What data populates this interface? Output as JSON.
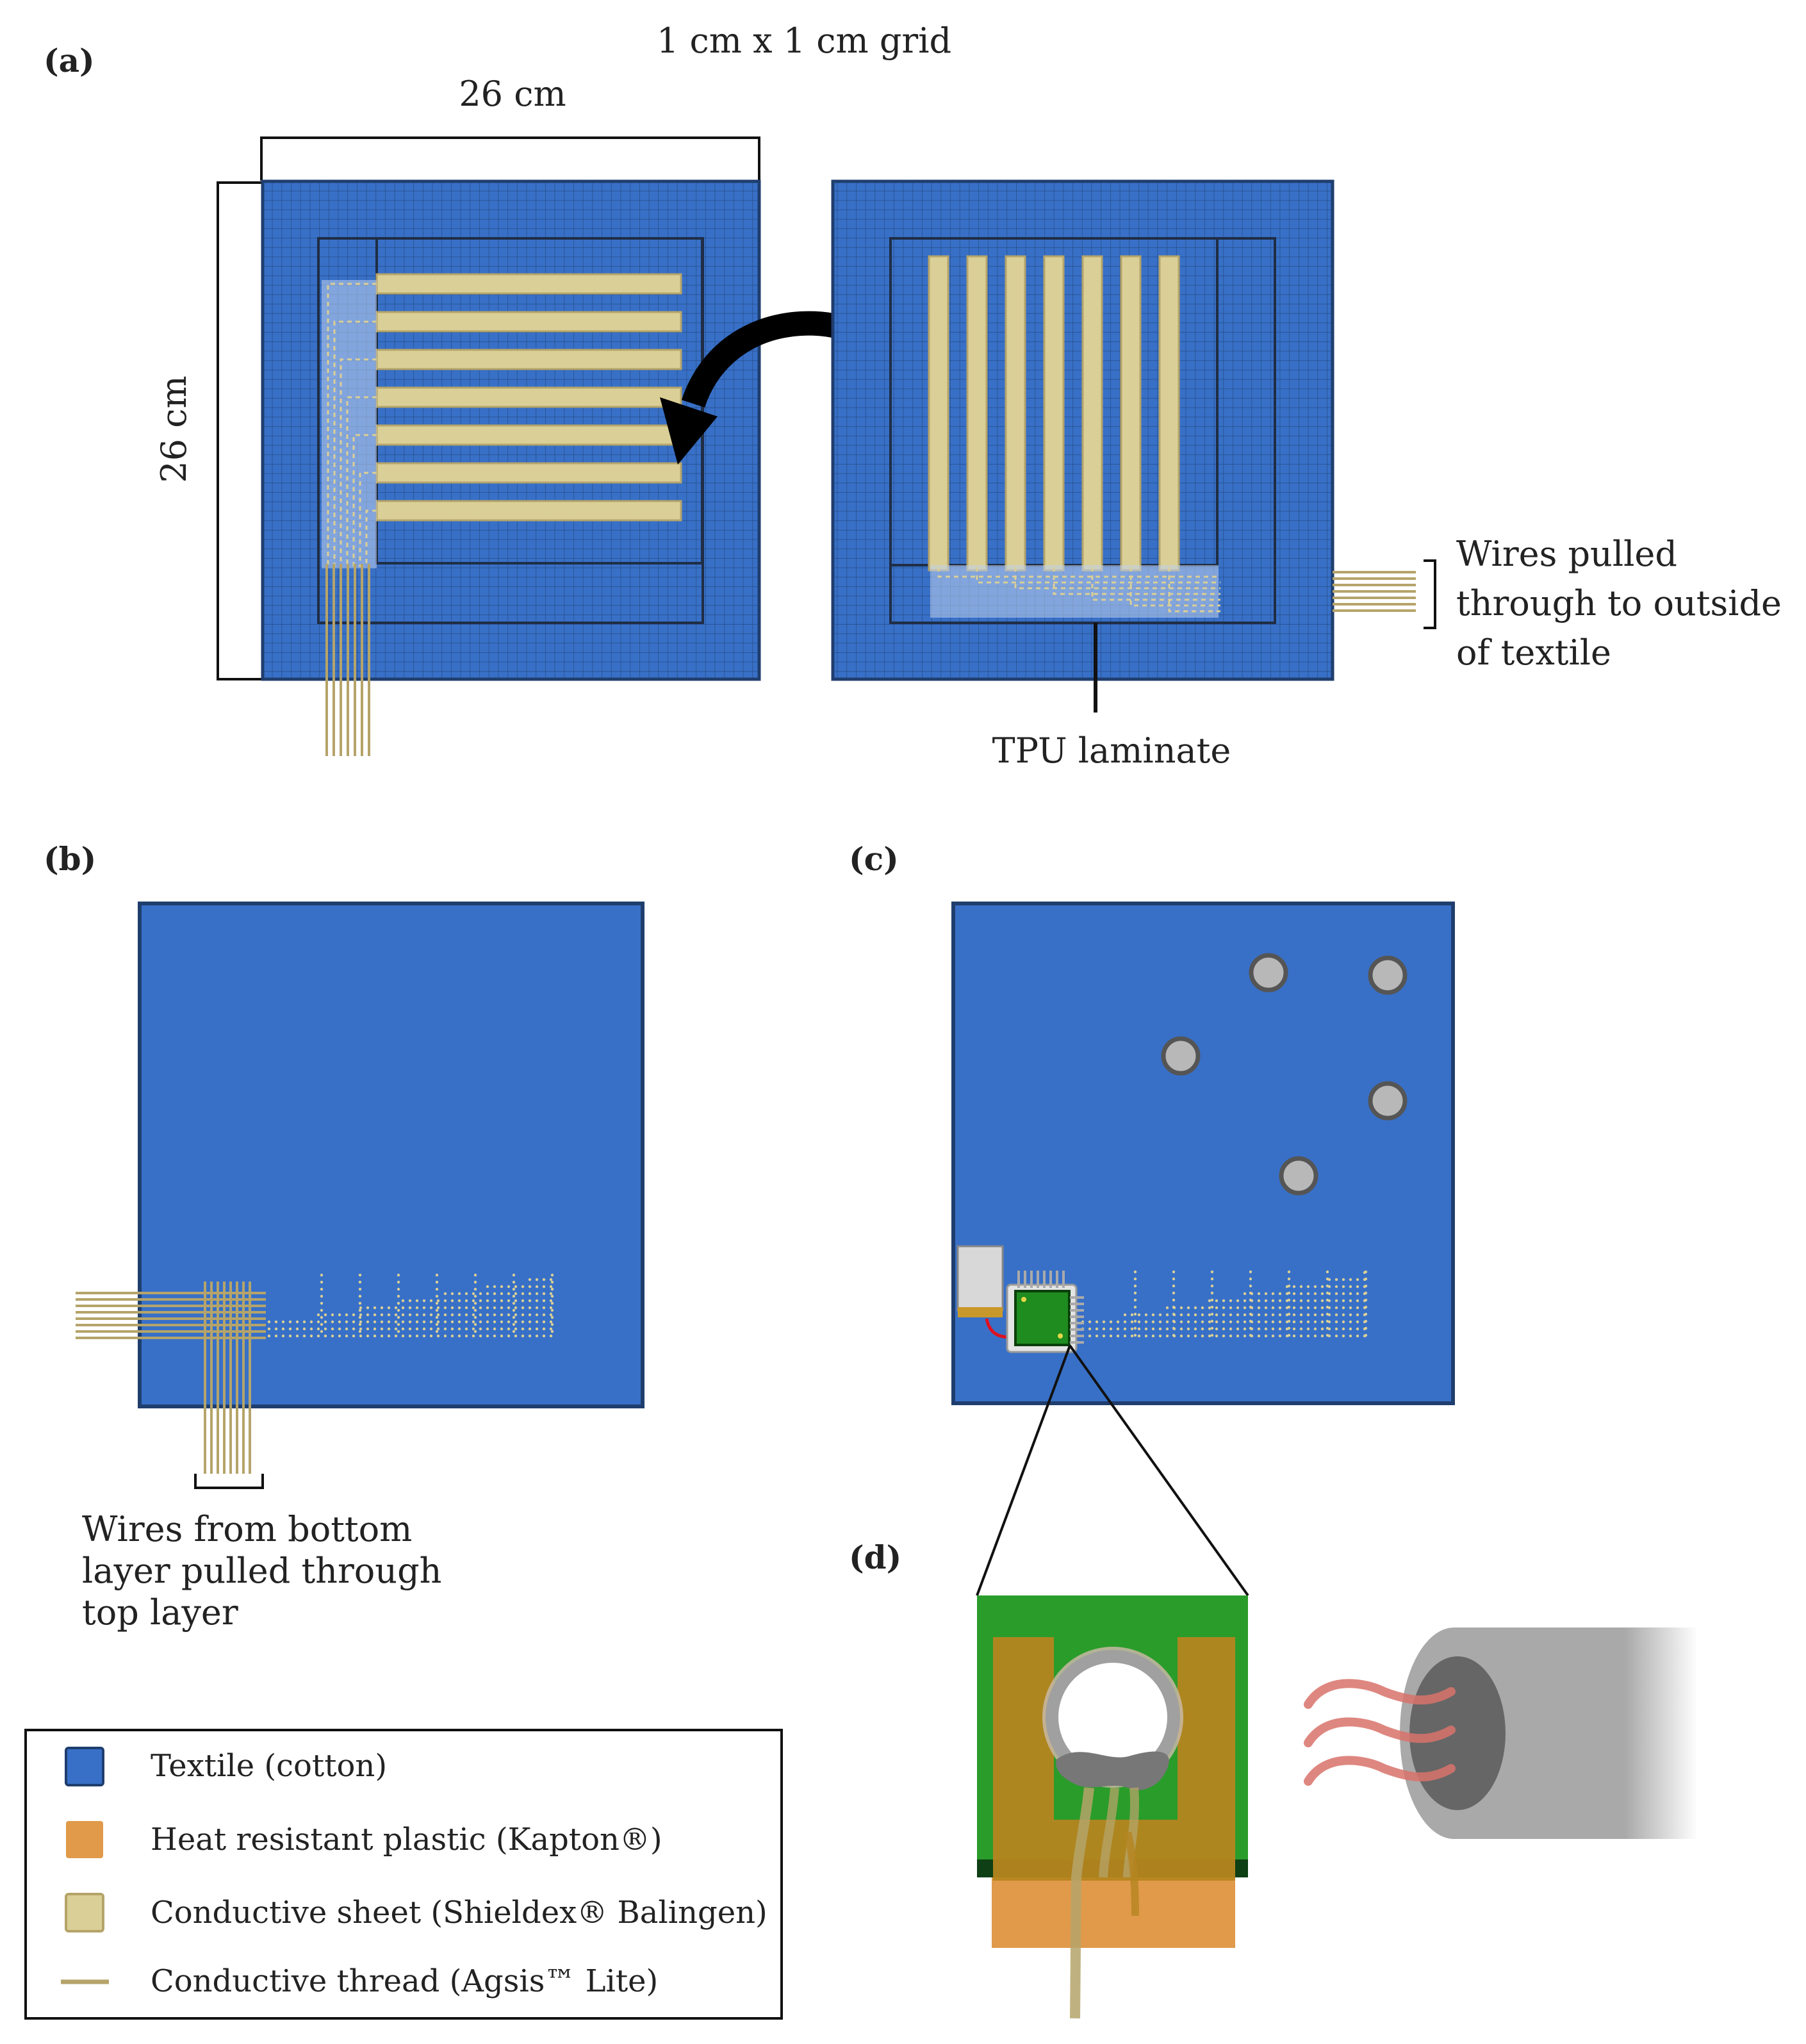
{
  "panel_labels": {
    "a": "(a)",
    "b": "(b)",
    "c": "(c)",
    "d": "(d)"
  },
  "panel_a": {
    "grid_label": "1 cm x 1 cm grid",
    "width_label": "26 cm",
    "height_label": "26 cm",
    "wires_label": [
      "Wires pulled",
      "through to outside",
      "of textile"
    ],
    "tpu_label": "TPU laminate",
    "electrode_rows": 7,
    "electrode_columns": 7
  },
  "panel_b": {
    "wires_label": [
      "Wires from bottom",
      "layer pulled through",
      "top layer"
    ]
  },
  "legend": {
    "items": [
      {
        "label": "Textile (cotton)",
        "color": "#3870c7",
        "kind": "box"
      },
      {
        "label": "Heat resistant plastic (Kapton®)",
        "color": "#e09a4a",
        "kind": "box"
      },
      {
        "label": "Conductive sheet (Shieldex® Balingen)",
        "color": "#dacf96",
        "kind": "box"
      },
      {
        "label": "Conductive thread (Agsis™ Lite)",
        "color": "#b5a46a",
        "kind": "line"
      }
    ]
  },
  "colors": {
    "textile": "#3870c7",
    "textile_border": "#1f3e6e",
    "conductive_sheet": "#dacf96",
    "thread": "#b5a46a",
    "kapton": "#e09a4a",
    "pcb": "#2a9c2a",
    "sensor_pad": "#b5851f",
    "snap": "#b8b8b8",
    "heat_wave": "#d9736b"
  }
}
